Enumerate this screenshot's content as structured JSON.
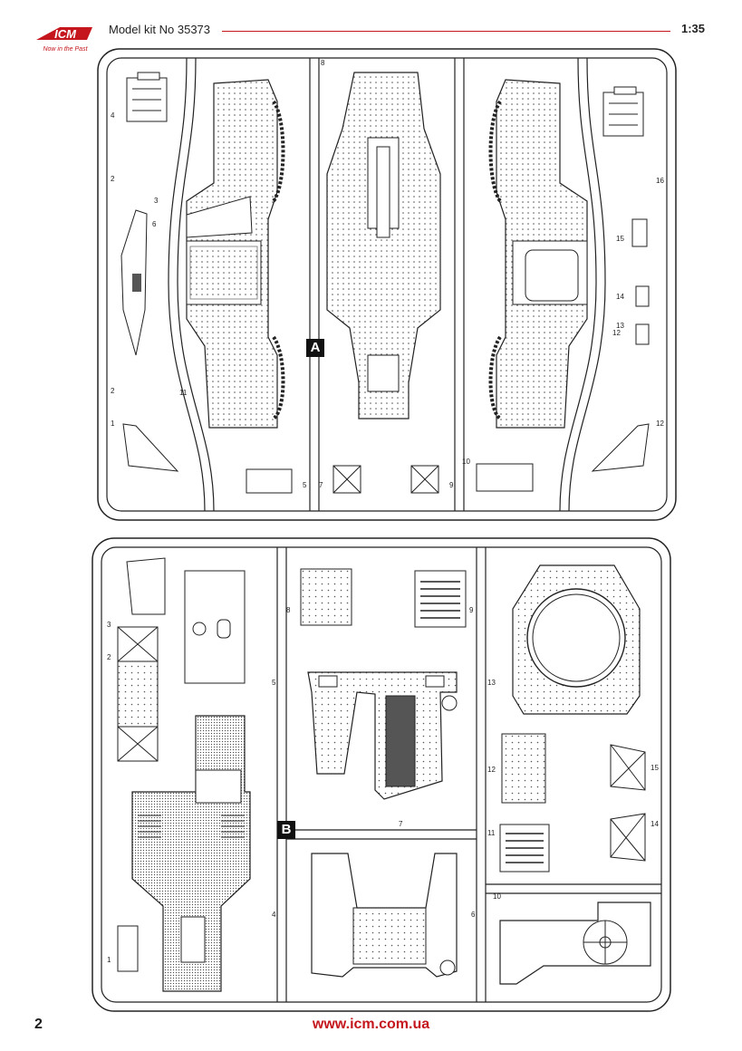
{
  "header": {
    "logo_text": "ICM",
    "logo_tagline": "Now in the Past",
    "kit_label": "Model kit No 35373",
    "scale": "1:35",
    "accent_color": "#c4161c"
  },
  "sprue_a": {
    "label": "A",
    "part_numbers": [
      "1",
      "2",
      "2",
      "3",
      "4",
      "5",
      "6",
      "7",
      "8",
      "9",
      "10",
      "11",
      "12",
      "12",
      "13",
      "14",
      "15",
      "16"
    ]
  },
  "sprue_b": {
    "label": "B",
    "part_numbers": [
      "1",
      "2",
      "3",
      "4",
      "5",
      "6",
      "7",
      "8",
      "9",
      "10",
      "11",
      "12",
      "13",
      "14",
      "15"
    ]
  },
  "footer": {
    "page_number": "2",
    "website": "www.icm.com.ua"
  }
}
